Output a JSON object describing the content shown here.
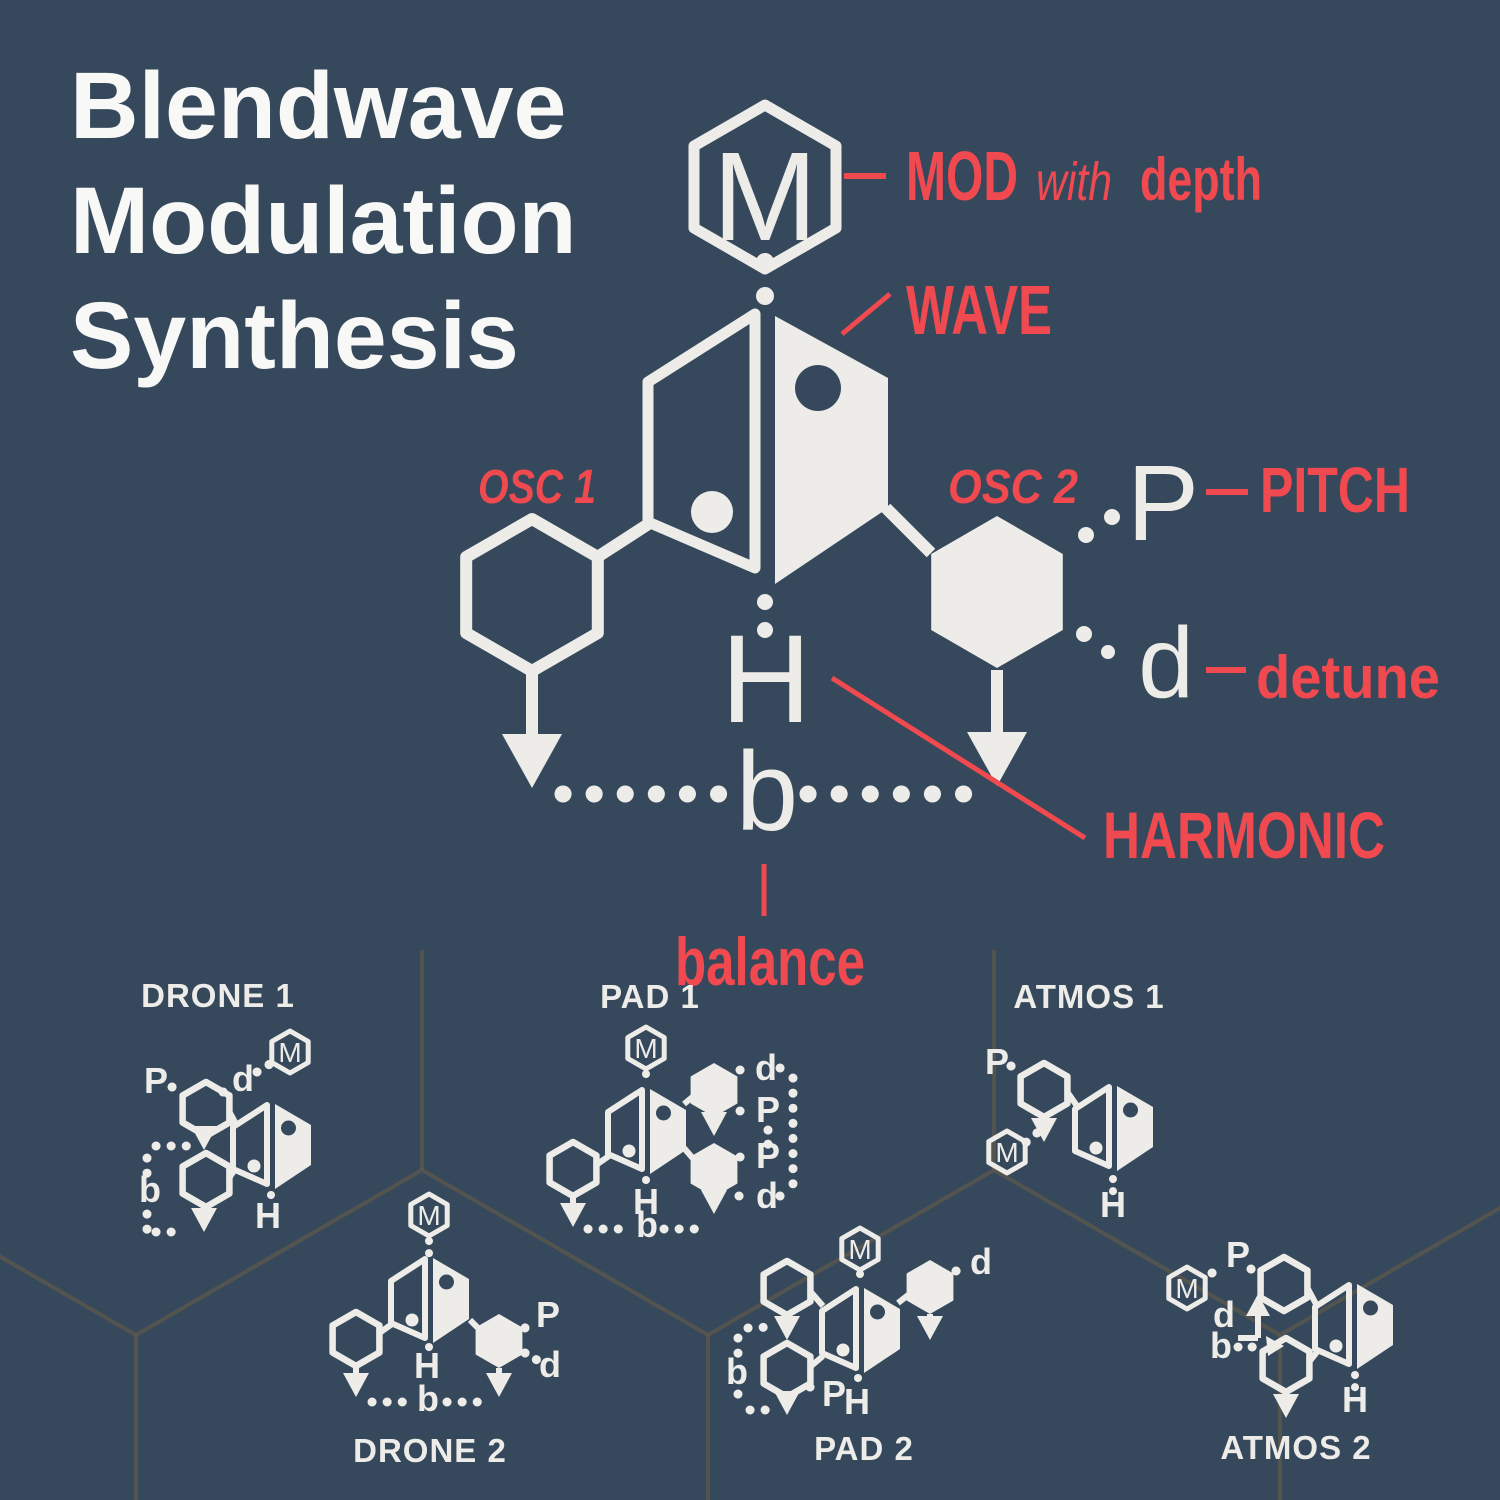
{
  "title": {
    "lines": [
      "Blendwave",
      "Modulation",
      "Synthesis"
    ]
  },
  "colors": {
    "bg": "#36495c",
    "ink": "#edece8",
    "accent": "#f0494f",
    "grid": "#6b5c45",
    "title_ink": "#f8f8f6"
  },
  "glyphs": {
    "mod": "M",
    "pitch": "P",
    "detune": "d",
    "harmonic": "H",
    "balance": "b"
  },
  "main": {
    "mod_label": "MOD",
    "with_label": "with",
    "depth_label": "depth",
    "wave_label": "WAVE",
    "osc1_label": "OSC 1",
    "osc2_label": "OSC 2",
    "pitch_label": "PITCH",
    "detune_label": "detune",
    "harmonic_label": "HARMONIC",
    "balance_label": "balance"
  },
  "presets": [
    {
      "id": "drone-1",
      "title": "DRONE 1"
    },
    {
      "id": "pad-1",
      "title": "PAD 1"
    },
    {
      "id": "atmos-1",
      "title": "ATMOS 1"
    },
    {
      "id": "drone-2",
      "title": "DRONE 2"
    },
    {
      "id": "pad-2",
      "title": "PAD 2"
    },
    {
      "id": "atmos-2",
      "title": "ATMOS 2"
    }
  ]
}
